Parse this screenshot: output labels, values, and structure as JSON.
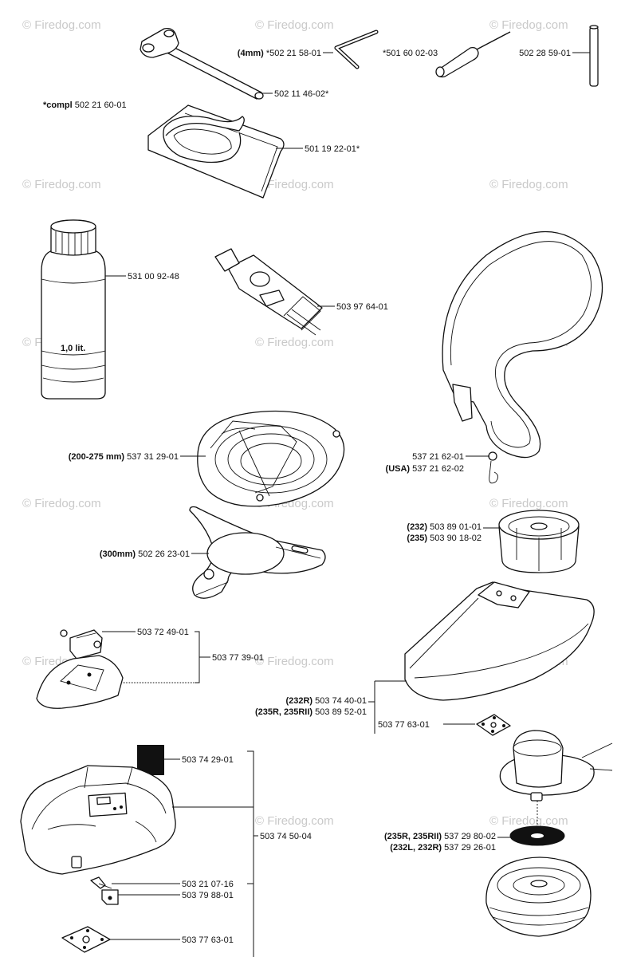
{
  "watermark": "© Firedog.com",
  "parts": {
    "wrench": "502 11 46-02*",
    "hex_key": {
      "prefix": "(4mm)",
      "number": "*502 21 58-01"
    },
    "screwdriver": "*501 60 02-03",
    "pin": "502 28 59-01",
    "harness_bag_compl": {
      "prefix": "*compl",
      "number": "502 21 60-01"
    },
    "harness_bag": "501 19 22-01*",
    "oil_bottle": "531 00 92-48",
    "oil_bottle_volume": "1,0 lit.",
    "grease_tube": "503 97 64-01",
    "strap": {
      "number": "537 21 62-01",
      "usa_prefix": "(USA)",
      "usa_number": "537 21 62-02"
    },
    "guard_200_275": {
      "prefix": "(200-275 mm)",
      "number": "537 31 29-01"
    },
    "guard_300": {
      "prefix": "(300mm)",
      "number": "502 26 23-01"
    },
    "cap_232": {
      "prefix": "(232)",
      "number": "503 89 01-01"
    },
    "cap_235": {
      "prefix": "(235)",
      "number": "503 90 18-02"
    },
    "bracket": "503 72 49-01",
    "guard_kit": "503 77 39-01",
    "shield_232r": {
      "prefix": "(232R)",
      "number": "503 74 40-01"
    },
    "shield_235r": {
      "prefix": "(235R, 235RII)",
      "number": "503 89 52-01"
    },
    "plate_upper": "503 77 63-01",
    "decal": "503 74 29-01",
    "guard_assembly": "503 74 50-04",
    "screw": "503 21 07-16",
    "clip": "503 79 88-01",
    "plate_lower": "503 77 63-01",
    "washer_235r": {
      "prefix": "(235R, 235RII)",
      "number": "537 29 80-02"
    },
    "washer_232l": {
      "prefix": "(232L, 232R)",
      "number": "537 29 26-01"
    }
  }
}
